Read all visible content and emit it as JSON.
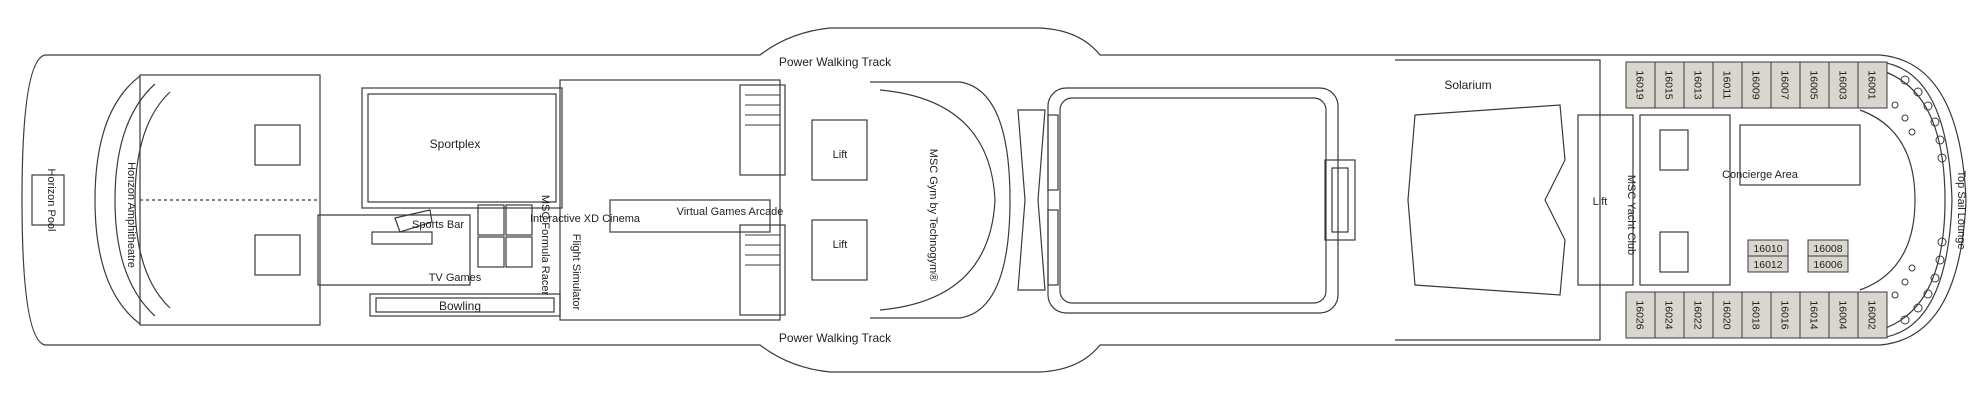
{
  "title": "",
  "labels": {
    "power_walking_top": "Power Walking Track",
    "power_walking_bottom": "Power Walking Track",
    "horizon_pool": "Horizon Pool",
    "horizon_amphitheatre": "Horizon Amphitheatre",
    "sportplex": "Sportplex",
    "sports_bar": "Sports Bar",
    "msc_formula_racer": "MSC Formula Racer",
    "interactive_xd_cinema": "Interactive XD Cinema",
    "flight_simulator": "Flight Simulator",
    "tv_games": "TV Games",
    "bowling": "Bowling",
    "virtual_games_arcade": "Virtual Games Arcade",
    "lift_1": "Lift",
    "lift_2": "Lift",
    "msc_gym": "MSC Gym by Technogym®",
    "solarium": "Solarium",
    "lift_3": "Lift",
    "msc_yacht_club": "MSC Yacht Club",
    "concierge_area": "Concierge Area",
    "top_sail_lounge": "Top Sail Lounge"
  },
  "cabins": {
    "top_row": [
      "16019",
      "16015",
      "16013",
      "16011",
      "16009",
      "16007",
      "16005",
      "16003",
      "16001"
    ],
    "bottom_row": [
      "16026",
      "16024",
      "16022",
      "16020",
      "16018",
      "16016",
      "16014",
      "16004",
      "16002"
    ],
    "middle_left": [
      "16010",
      "16012"
    ],
    "middle_right": [
      "16008",
      "16006"
    ]
  },
  "colors": {
    "cabin_fill": "#d9d6cf",
    "line": "#3a3a3a",
    "background": "#ffffff"
  }
}
